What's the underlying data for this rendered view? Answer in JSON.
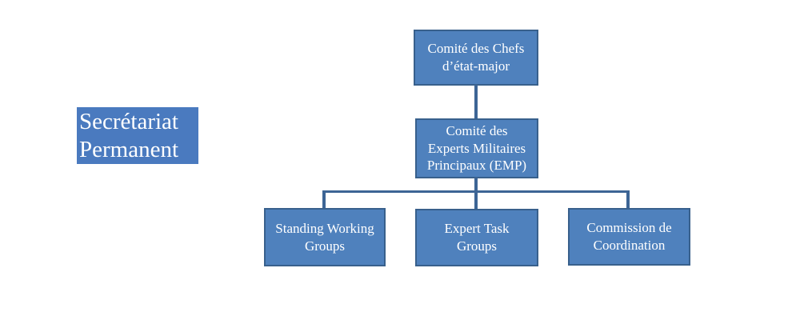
{
  "colors": {
    "background": "#ffffff",
    "node_fill": "#4f81bd",
    "node_border": "#38608c",
    "connector": "#3d6595",
    "side_label_fill": "#4a7abf",
    "text": "#ffffff"
  },
  "side_label": {
    "label": "Secrétariat Permanent",
    "lines": [
      "Secrétariat",
      "Permanent"
    ]
  },
  "org_chart": {
    "nodes": [
      {
        "id": "chefs",
        "label": "Comité des Chefs d’état-major",
        "lines": [
          "Comité des Chefs",
          "d’état-major"
        ],
        "level": 1
      },
      {
        "id": "emp",
        "label": "Comité des Experts Militaires Principaux (EMP)",
        "lines": [
          "Comité des",
          "Experts Militaires",
          "Principaux (EMP)"
        ],
        "level": 2
      },
      {
        "id": "swg",
        "label": "Standing Working Groups",
        "lines": [
          "Standing Working",
          "Groups"
        ],
        "level": 3
      },
      {
        "id": "etg",
        "label": "Expert Task Groups",
        "lines": [
          "Expert Task",
          "Groups"
        ],
        "level": 3
      },
      {
        "id": "cc",
        "label": "Commission de Coordination",
        "lines": [
          "Commission de",
          "Coordination"
        ],
        "level": 3
      }
    ],
    "edges": [
      {
        "from": "chefs",
        "to": "emp"
      },
      {
        "from": "emp",
        "to": "swg"
      },
      {
        "from": "emp",
        "to": "etg"
      },
      {
        "from": "emp",
        "to": "cc"
      }
    ]
  }
}
